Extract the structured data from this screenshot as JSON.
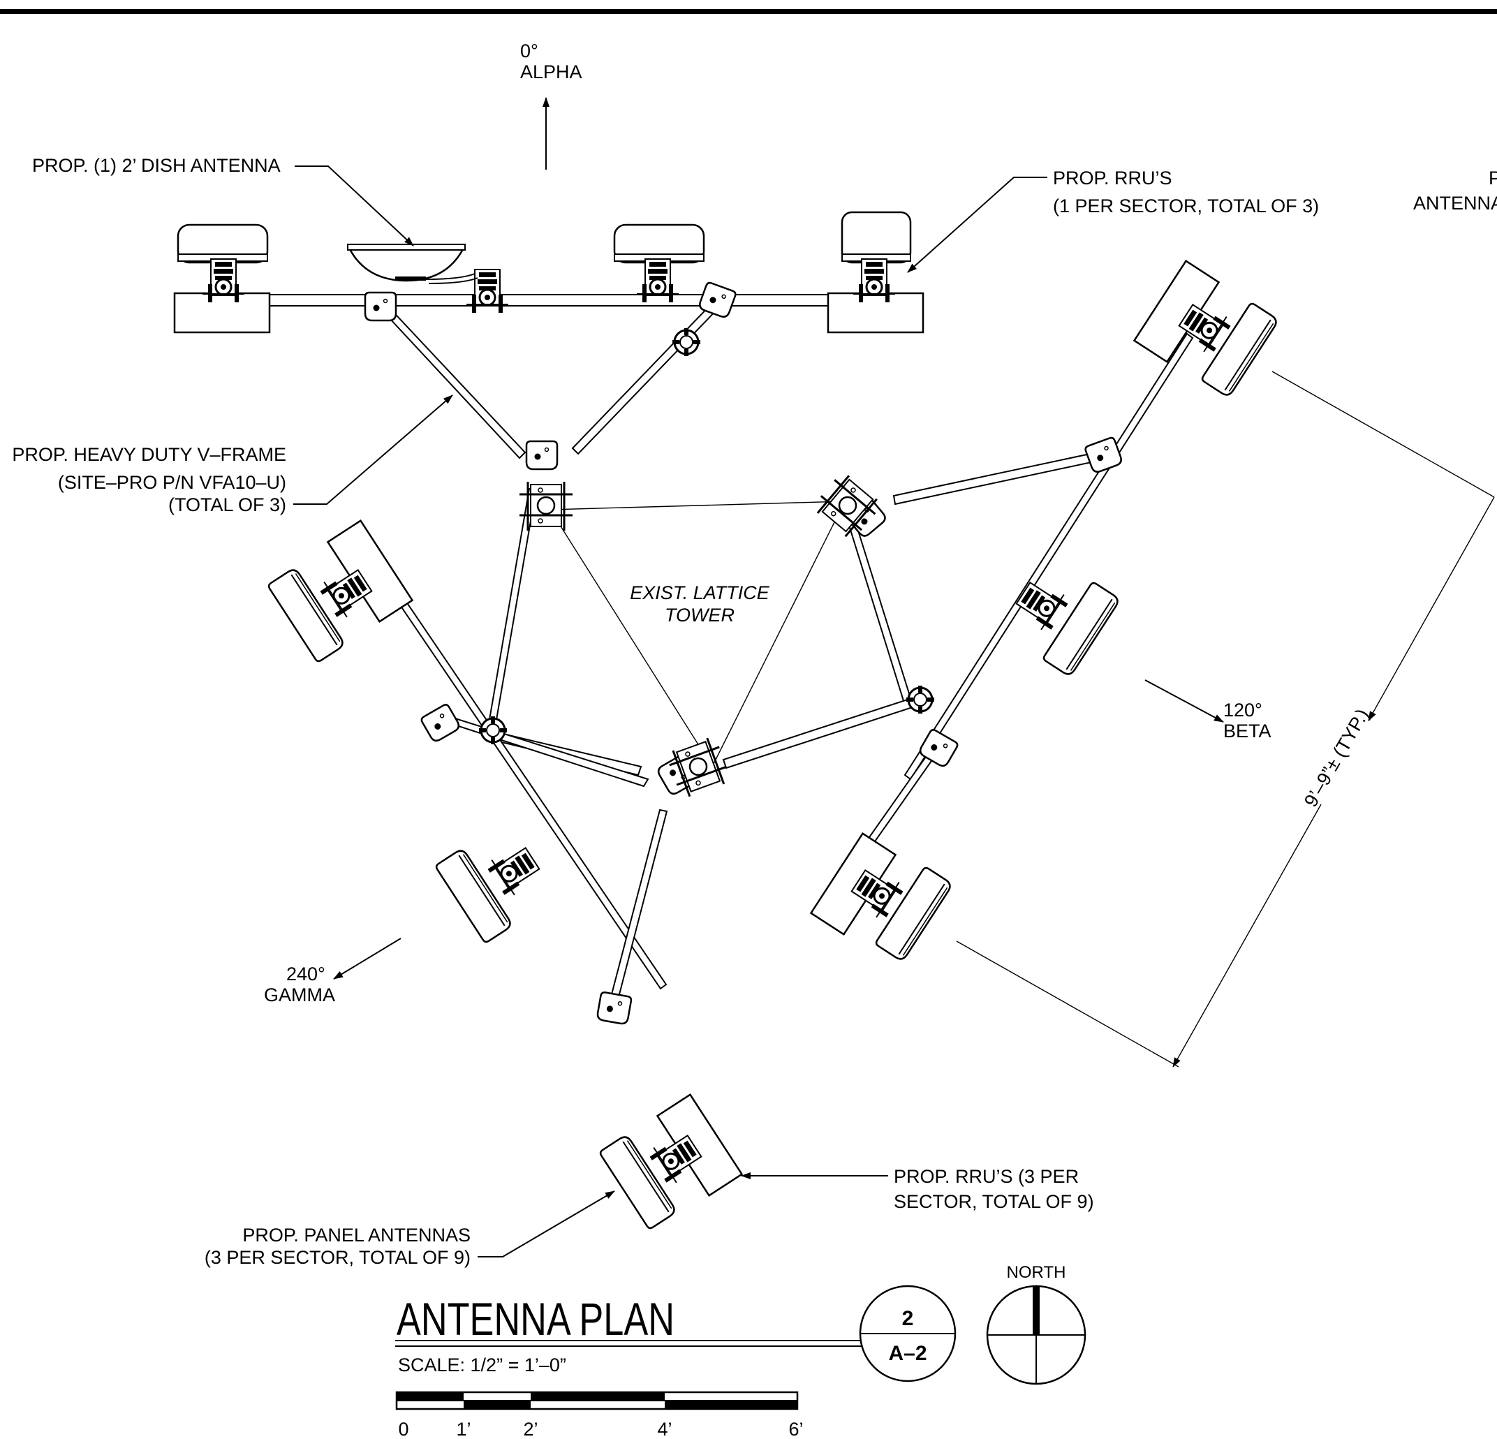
{
  "directions": {
    "alpha_deg": "0°",
    "alpha": "ALPHA",
    "beta_deg": "120°",
    "beta": "BETA",
    "gamma_deg": "240°",
    "gamma": "GAMMA"
  },
  "callouts": {
    "dish": "PROP. (1) 2’ DISH ANTENNA",
    "rru_top_1": "PROP. RRU’S",
    "rru_top_2": "(1 PER SECTOR, TOTAL OF 3)",
    "cut_1": "P",
    "cut_2": "ANTENNA",
    "vframe_1": "PROP. HEAVY DUTY V–FRAME",
    "vframe_2": "(SITE–PRO P/N VFA10–U)",
    "vframe_3": "(TOTAL OF 3)",
    "tower_1": "EXIST. LATTICE",
    "tower_2": "TOWER",
    "rru_bottom_1": "PROP. RRU’S (3 PER",
    "rru_bottom_2": "SECTOR, TOTAL OF 9)",
    "panel_1": "PROP. PANEL ANTENNAS",
    "panel_2": "(3 PER SECTOR, TOTAL OF 9)",
    "dimension": "9’–9”± (TYP.)"
  },
  "title_block": {
    "title": "ANTENNA PLAN",
    "scale": "SCALE: 1/2” = 1’–0”",
    "detail_number": "2",
    "sheet": "A–2",
    "north": "NORTH"
  },
  "scale_bar": {
    "ticks": [
      "0",
      "1’",
      "2’",
      "4’",
      "6’"
    ]
  }
}
